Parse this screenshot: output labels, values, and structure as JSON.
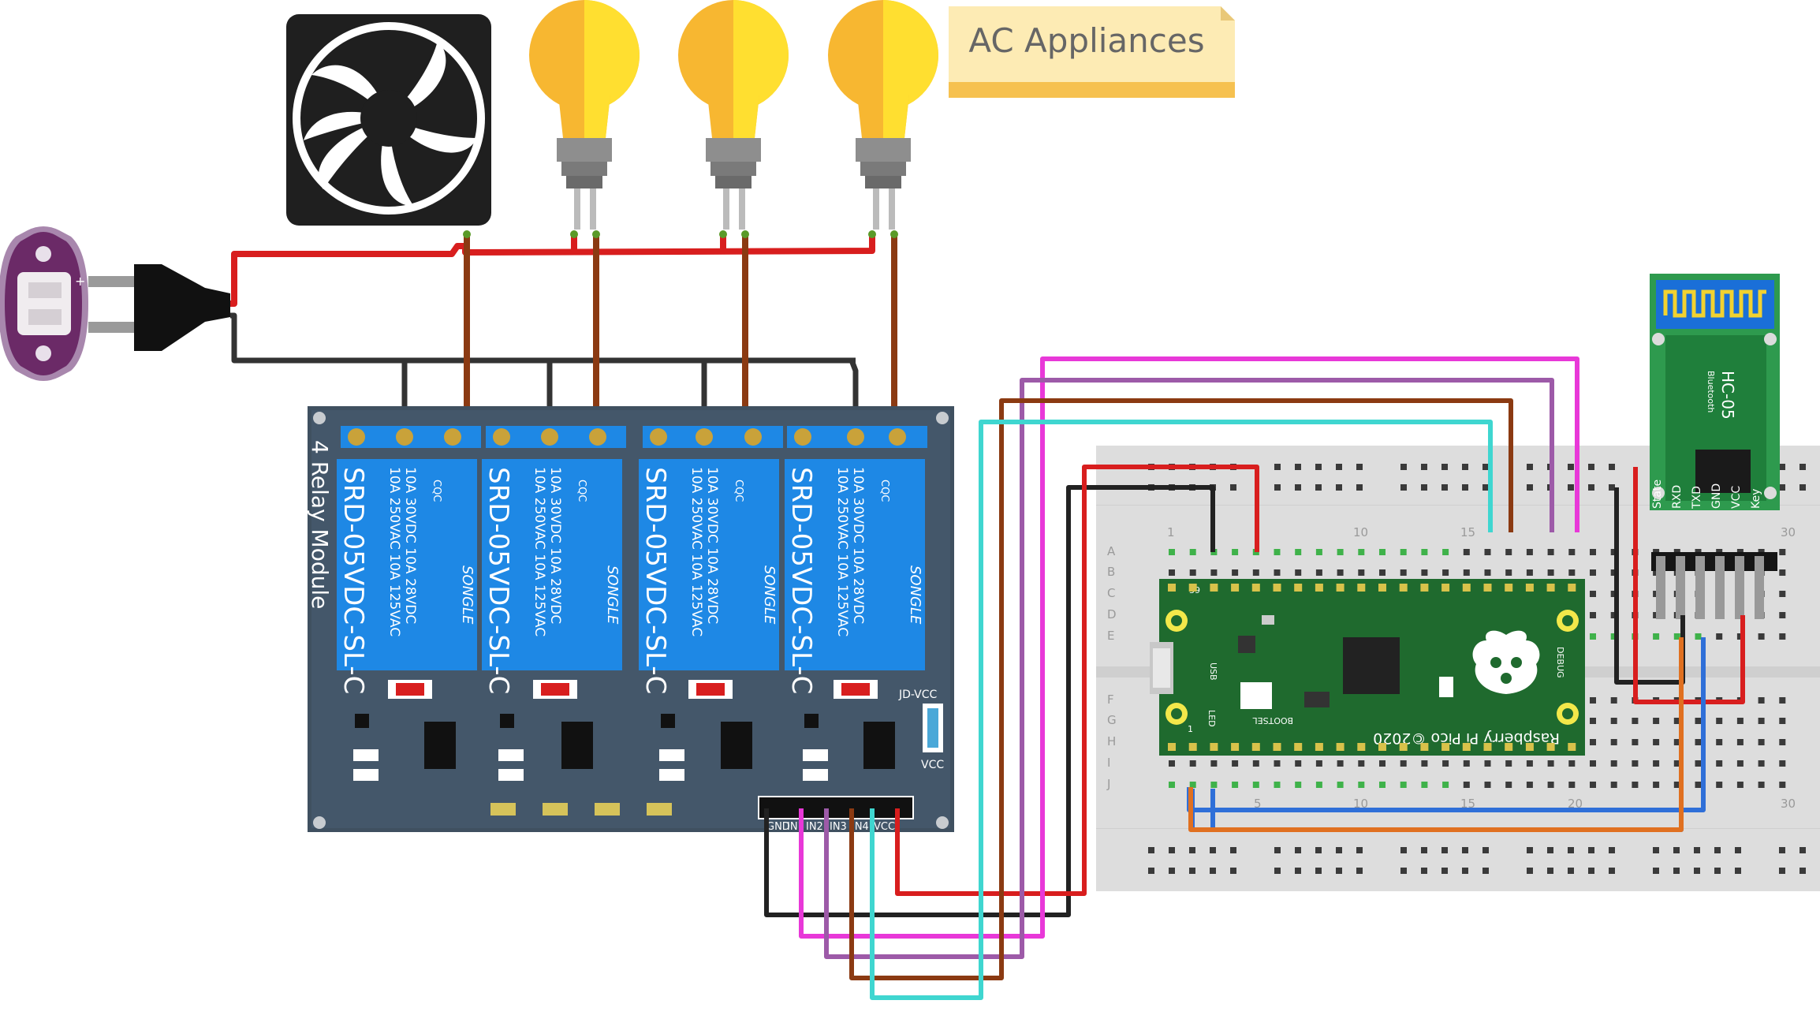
{
  "note": {
    "title": "AC Appliances"
  },
  "relay_module": {
    "title": "4 Relay Module",
    "relay_model": "SRD-05VDC-SL-C",
    "relay_rating_1": "10A 250VAC  10A 125VAC",
    "relay_rating_2": "10A  30VDC  10A  28VDC",
    "relay_brand": "SONGLE",
    "relay_cert": "CQC",
    "jumper_top": "JD-VCC",
    "jumper_bottom": "VCC",
    "pins": [
      "GND",
      "IN1",
      "IN2",
      "IN3",
      "IN4",
      "VCC"
    ]
  },
  "pico": {
    "label": "Raspberry Pi Pico ©2020",
    "usb": "USB",
    "debug": "DEBUG",
    "bootsel": "BOOTSEL",
    "led": "LED",
    "pin1": "1",
    "pin39": "39"
  },
  "breadboard": {
    "rows": [
      "A",
      "B",
      "C",
      "D",
      "E",
      "F",
      "G",
      "H",
      "I",
      "J"
    ],
    "col_numbers_top": [
      "1",
      "10",
      "15",
      "30"
    ],
    "col_numbers_bottom": [
      "5",
      "10",
      "15",
      "20",
      "30"
    ]
  },
  "bluetooth": {
    "name": "HC-05",
    "sub": "Bluetooth",
    "pins": [
      "State",
      "RXD",
      "TXD",
      "GND",
      "VCC",
      "Key"
    ]
  },
  "colors": {
    "red": "#d81e1e",
    "black": "#222222",
    "brown": "#8b3a12",
    "magenta": "#e838d8",
    "purple": "#9d5aa8",
    "cyan": "#3fd6d0",
    "orange": "#e07020",
    "blue": "#2f6fd8",
    "relay_board": "#3f5060",
    "relay_blue": "#1e88e5",
    "pico_green": "#1f6a2e",
    "hc05_green": "#2e9a4e",
    "hc05_blue": "#1a6fd8",
    "bulb_yellow": "#ffdf30",
    "bulb_orange": "#f7b731",
    "note_yellow": "#fdebb4"
  },
  "icons": [
    "fan-icon",
    "bulb-icon",
    "plug-icon",
    "power-socket-icon",
    "raspberry-logo-icon",
    "antenna-icon"
  ]
}
